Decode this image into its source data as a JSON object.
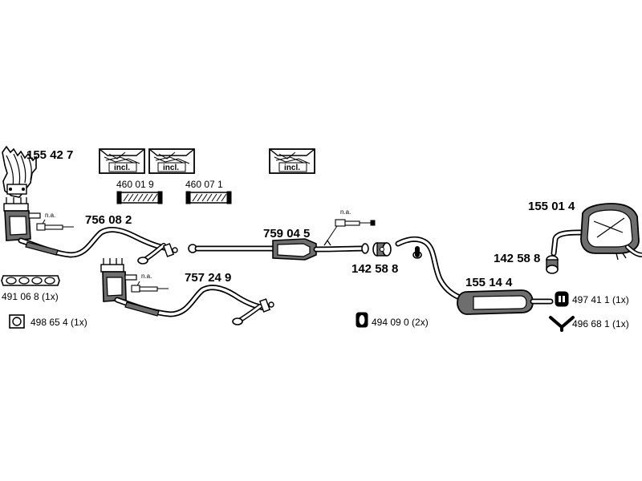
{
  "parts": {
    "manifold": "155 42 7",
    "front_pipe_upper": "756 08 2",
    "front_pipe_lower": "757 24 9",
    "catalyst": "759 04 5",
    "clamp_mid": "142 58 8",
    "middle_silencer": "155 14 4",
    "clamp_rear": "142 58 8",
    "rear_silencer": "155 01 4",
    "flex_pipe_1": "460 01 9",
    "flex_pipe_2": "460 07 1"
  },
  "accessories": {
    "gasket_manifold": "491 06 8 (1x)",
    "gasket_square": "498 65 4 (1x)",
    "rubber_mount_ring": "494 09 0 (2x)",
    "rubber_mount_h": "497 41 1 (1x)",
    "rubber_mount_v": "496 68 1 (1x)"
  },
  "labels": {
    "not_available": "n.a.",
    "included": "incl."
  },
  "icons": {
    "sensor_upper": "oxygen-sensor-icon",
    "sensor_lower": "oxygen-sensor-icon",
    "sensor_catalyst": "oxygen-sensor-icon",
    "box_incl": "box-icon",
    "gasket": "gasket-icon",
    "ring": "rubber-ring-icon",
    "hanger": "hanger-icon"
  }
}
